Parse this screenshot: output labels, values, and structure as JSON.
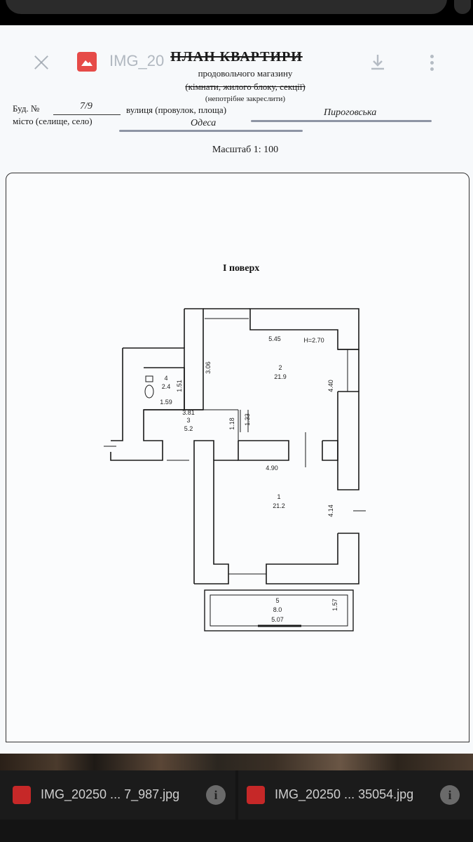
{
  "viewer": {
    "file_title": "IMG_20",
    "close_icon": "close-icon",
    "download_icon": "download-icon",
    "more_icon": "more-vert-icon",
    "file_icon": "image-file-icon"
  },
  "document": {
    "title": "ПЛАН КВАРТИРИ",
    "subtitle": "продовольчого магазину",
    "struck_line": "(кімнати, жилого блоку, секції)",
    "note": "(непотрібне закреслити)",
    "building_label": "Буд. №",
    "building_value": "7/9",
    "street_label": "вулиця (провулок, площа)",
    "street_value": "Пироговська",
    "city_label": "місто (селище, село)",
    "city_value": "Одеса",
    "scale": "Масштаб 1: 100",
    "floor": "I  поверх"
  },
  "plan": {
    "rooms": [
      {
        "number": "1",
        "area": "21.2"
      },
      {
        "number": "2",
        "area": "21.9"
      },
      {
        "number": "3",
        "area": "5.2"
      },
      {
        "number": "4",
        "area": "2.4"
      },
      {
        "number": "5",
        "area": "8.0"
      }
    ],
    "dimensions": {
      "room2_width": "5.45",
      "height": "H=2.70",
      "room2_left": "3.06",
      "room2_right": "4.40",
      "room4_side": "1.51",
      "room4_bottom": "1.59",
      "room3_top": "3.81",
      "room3_a": "1.18",
      "room3_b": "1.33",
      "room1_width": "4.90",
      "room1_right": "4.14",
      "room5_side": "1.57",
      "room5_width": "5.07"
    }
  },
  "thumbnails": [
    {
      "name": "IMG_20250 ... 7_987.jpg",
      "icon": "image-file-icon",
      "info_icon": "info-icon",
      "info_glyph": "i"
    },
    {
      "name": "IMG_20250 ... 35054.jpg",
      "icon": "image-file-icon",
      "info_icon": "info-icon",
      "info_glyph": "i"
    }
  ]
}
